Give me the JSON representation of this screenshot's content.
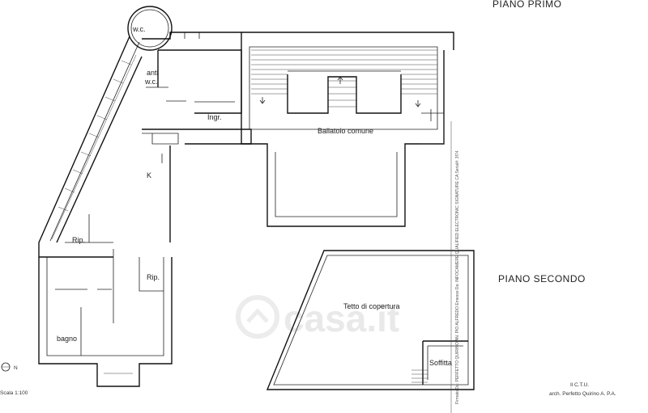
{
  "titles": {
    "piano_primo": "PIANO PRIMO",
    "piano_secondo": "PIANO SECONDO"
  },
  "rooms": {
    "wc": "w.c.",
    "anti": "anti",
    "anti_wc": "w.c.",
    "ingr": "Ingr.",
    "ballatoio": "Ballatoio comune",
    "k": "K",
    "rip1": "Rip.",
    "rip2": "Rip.",
    "bagno": "bagno",
    "tetto": "Tetto di copertura",
    "soffitta": "Soffitta"
  },
  "footer": {
    "scale": "Scala 1:100",
    "north": "N",
    "ctu": "Il C.T.U.",
    "architect": "arch. Perfetto Quirino A. P.A."
  },
  "signature": "Firmato Da: PERFETTO QUIRINO AN. PIO ALFREDO Emesso Da: INFOCAMERE QUALIFIED ELECTRONIC SIGNATURE CA Serial#: 3f74",
  "watermark": "casa.it"
}
